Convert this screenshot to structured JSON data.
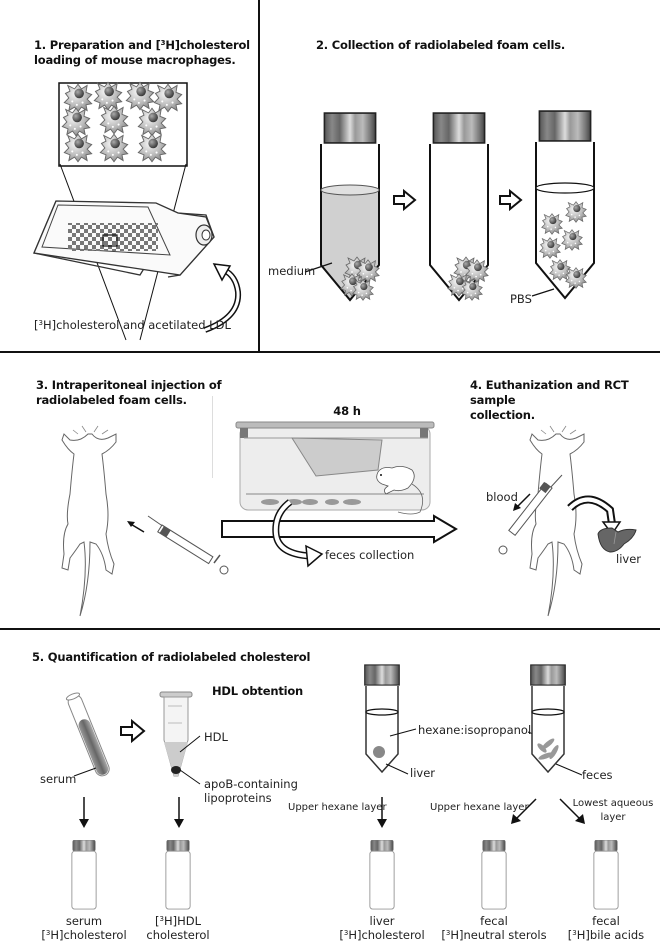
{
  "panels": {
    "p1": {
      "title_line1_pre": "1. Preparation and [",
      "title_sup": "3",
      "title_line1_post": "H]cholesterol",
      "title_line2": "loading of mouse macrophages.",
      "label_pre": "[",
      "label_sup": "3",
      "label_post": "H]cholesterol and acetilated LDL",
      "icons": [
        "macrophage-cluster-icon",
        "culture-flask-icon",
        "curved-arrow-icon"
      ]
    },
    "p2": {
      "title": "2. Collection of radiolabeled foam cells.",
      "medium_label": "medium",
      "pbs_label": "PBS",
      "icons": [
        "tube-with-medium-icon",
        "tube-pellet-icon",
        "tube-pbs-icon",
        "hollow-arrow-icon"
      ]
    },
    "p3": {
      "title_line1": "3. Intraperitoneal injection of",
      "title_line2": "radiolabeled foam cells.",
      "time_label": "48 h",
      "feces_label": "feces collection",
      "icons": [
        "mouse-supine-icon",
        "syringe-icon",
        "mouse-cage-icon",
        "timeline-arrow-icon"
      ]
    },
    "p4": {
      "title_line1": "4. Euthanization and RCT sample",
      "title_line2": "collection.",
      "blood_label": "blood",
      "liver_label": "liver",
      "icons": [
        "mouse-supine-icon",
        "syringe-icon",
        "liver-icon",
        "curved-arrow-icon"
      ]
    },
    "p5": {
      "title": "5. Quantification of radiolabeled cholesterol",
      "hdl_obtention": "HDL obtention",
      "serum_label": "serum",
      "hdl_label": "HDL",
      "apob_line1": "apoB-containing",
      "apob_line2": "lipoproteins",
      "hexane_label": "hexane:isopropanol",
      "liver_label": "liver",
      "feces_label": "feces",
      "upper_hexane_1": "Upper hexane layer",
      "upper_hexane_2": "Upper hexane layer",
      "lowest_aqueous_line1": "Lowest aqueous",
      "lowest_aqueous_line2": "layer",
      "vials": [
        {
          "line1": "serum",
          "line2_pre": "[",
          "sup": "3",
          "line2_post": "H]cholesterol"
        },
        {
          "line1_pre": "[",
          "sup": "3",
          "line1_post": "H]HDL",
          "line2": "cholesterol"
        },
        {
          "line1": "liver",
          "line2_pre": "[",
          "sup": "3",
          "line2_post": "H]cholesterol"
        },
        {
          "line1": "fecal",
          "line2_pre": "[",
          "sup": "3",
          "line2_post": "H]neutral sterols"
        },
        {
          "line1": "fecal",
          "line2_pre": "[",
          "sup": "3",
          "line2_post": "H]bile acids"
        }
      ]
    }
  }
}
